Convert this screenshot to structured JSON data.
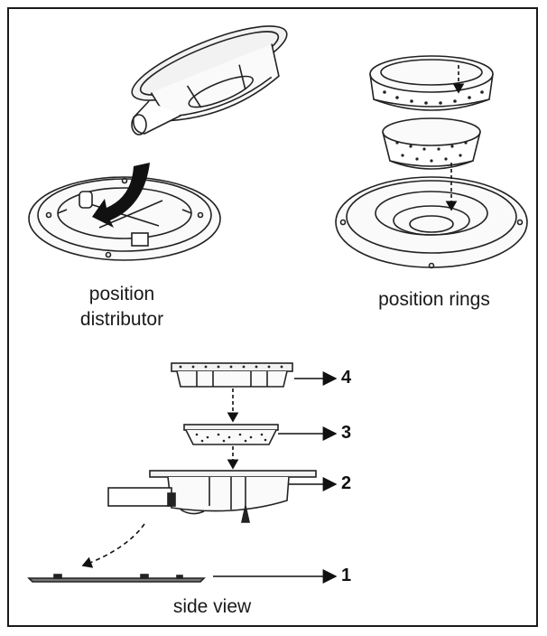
{
  "labels": {
    "distributor_line1": "position",
    "distributor_line2": "distributor",
    "rings": "position rings",
    "side_view": "side view"
  },
  "callouts": [
    "4",
    "3",
    "2",
    "1"
  ]
}
